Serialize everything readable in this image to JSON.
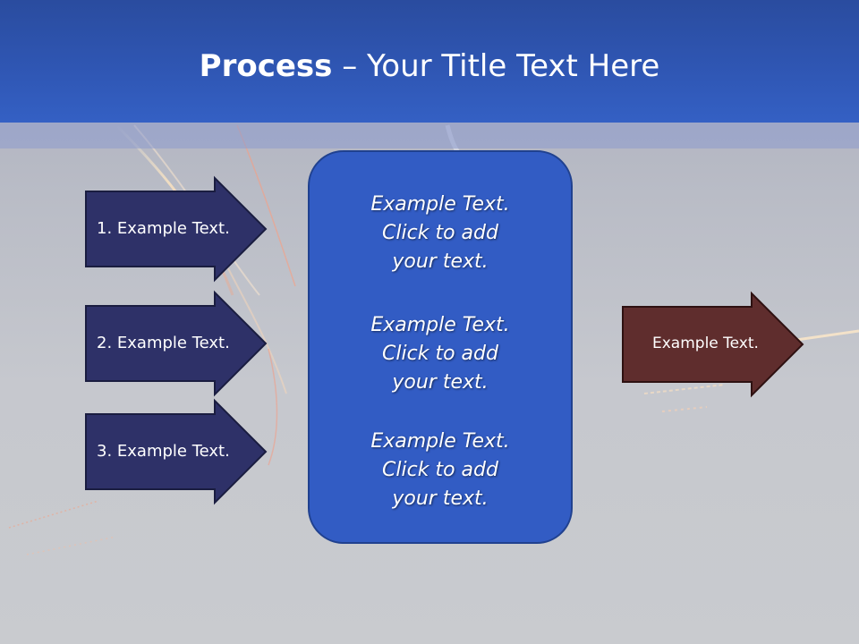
{
  "title": {
    "bold": "Process",
    "dash": " – ",
    "rest": "Your Title Text Here"
  },
  "input_arrows": [
    {
      "label": "1. Example Text."
    },
    {
      "label": "2. Example Text."
    },
    {
      "label": "3. Example Text."
    }
  ],
  "center_box": {
    "blocks": [
      {
        "lines": [
          "Example Text.",
          "Click  to add",
          "your text."
        ]
      },
      {
        "lines": [
          "Example Text.",
          "Click  to add",
          "your text."
        ]
      },
      {
        "lines": [
          "Example Text.",
          "Click  to add",
          "your text."
        ]
      }
    ]
  },
  "output_arrow": {
    "label": "Example Text."
  },
  "colors": {
    "title_bar": "#2f56b3",
    "input_arrow_fill": "#2e3168",
    "center_box_fill": "#325cc4",
    "output_arrow_fill": "#5f2d2d"
  }
}
